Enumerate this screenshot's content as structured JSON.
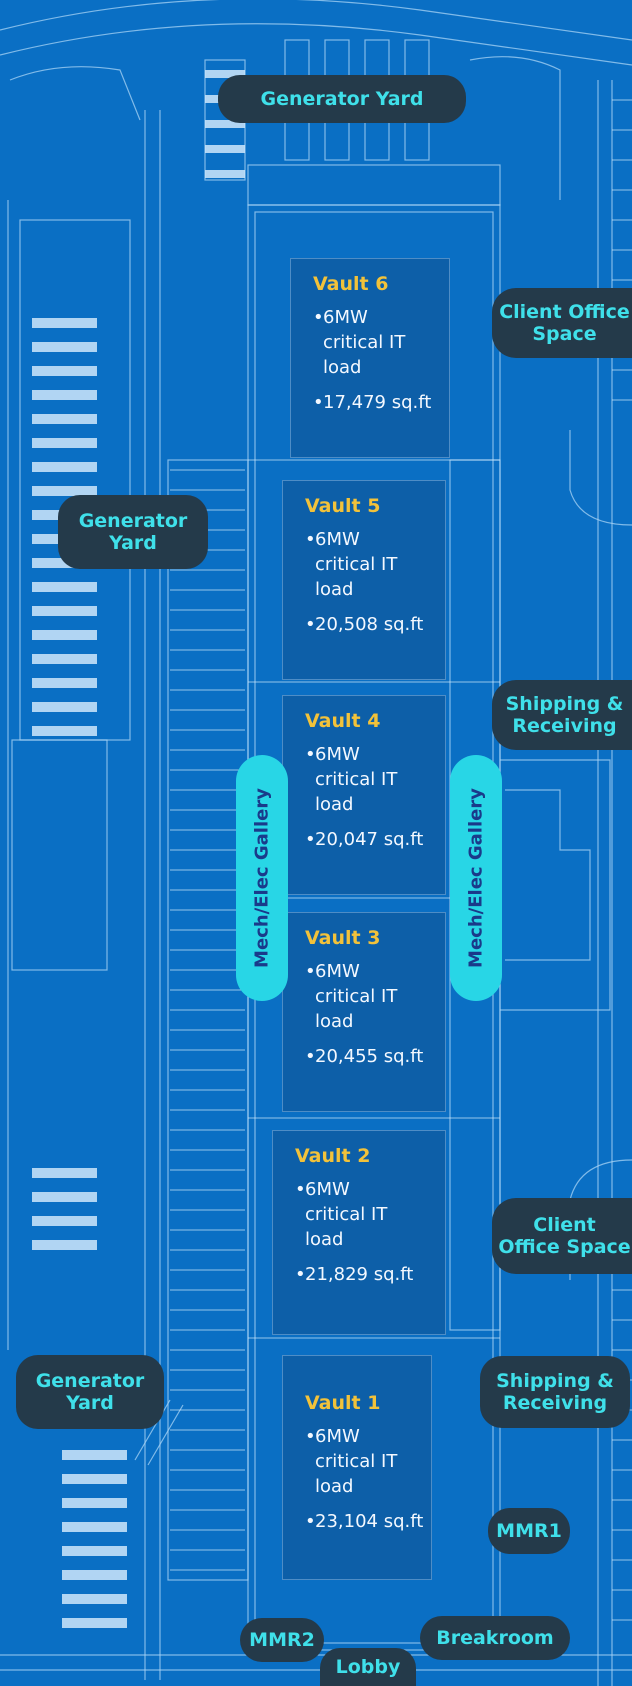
{
  "vaults": [
    {
      "title": "Vault 6",
      "bullet1": "6MW",
      "bullet1b": "critical IT",
      "bullet1c": "load",
      "area": "17,479 sq.ft"
    },
    {
      "title": "Vault 5",
      "bullet1": "6MW",
      "bullet1b": "critical IT",
      "bullet1c": "load",
      "area": "20,508 sq.ft"
    },
    {
      "title": "Vault 4",
      "bullet1": "6MW",
      "bullet1b": "critical IT",
      "bullet1c": "load",
      "area": "20,047 sq.ft"
    },
    {
      "title": "Vault 3",
      "bullet1": "6MW",
      "bullet1b": "critical IT",
      "bullet1c": "load",
      "area": "20,455 sq.ft"
    },
    {
      "title": "Vault 2",
      "bullet1": "6MW",
      "bullet1b": "critical IT",
      "bullet1c": "load",
      "area": "21,829 sq.ft"
    },
    {
      "title": "Vault 1",
      "bullet1": "6MW",
      "bullet1b": "critical IT",
      "bullet1c": "load",
      "area": "23,104 sq.ft"
    }
  ],
  "labels": {
    "generator_yard_top": "Generator Yard",
    "client_office_top_1": "Client Office",
    "client_office_top_2": "Space",
    "generator_yard_left_1": "Generator",
    "generator_yard_left_2": "Yard",
    "shipping_top_1": "Shipping &",
    "shipping_top_2": "Receiving",
    "client_office_bottom_1": "Client",
    "client_office_bottom_2": "Office Space",
    "generator_yard_bottom_1": "Generator",
    "generator_yard_bottom_2": "Yard",
    "shipping_bottom_1": "Shipping &",
    "shipping_bottom_2": "Receiving",
    "mmr1": "MMR1",
    "mmr2": "MMR2",
    "breakroom": "Breakroom",
    "lobby": "Lobby",
    "gallery_left": "Mech/Elec Gallery",
    "gallery_right": "Mech/Elec Gallery"
  },
  "colors": {
    "background": "#0a6fc4",
    "vault_fill": "#0d5fa8",
    "vault_title": "#f2c23a",
    "pill_fill": "#243a4a",
    "pill_text": "#3fe0ea",
    "gallery_fill": "#28d6e6",
    "gallery_text": "#1a3a8a",
    "linework": "#a9d4f5"
  }
}
